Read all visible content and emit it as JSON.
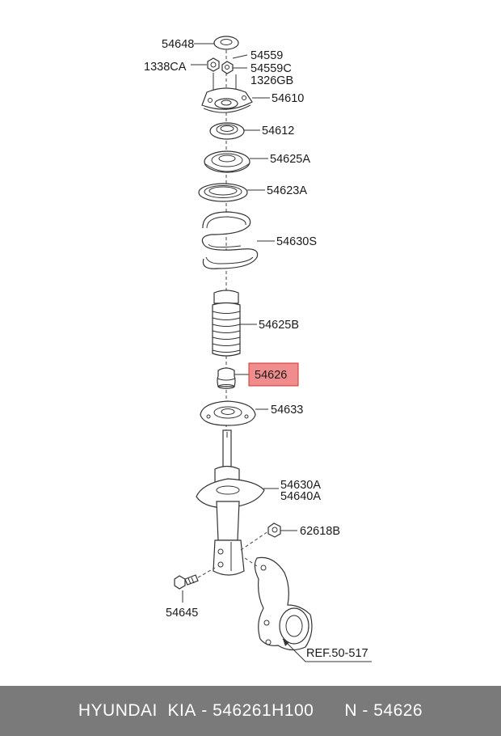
{
  "labels": {
    "p54648": "54648",
    "p54559": "54559",
    "p54559c": "54559C",
    "p1338ca": "1338CA",
    "p1326gb": "1326GB",
    "p54610": "54610",
    "p54612": "54612",
    "p54625a": "54625A",
    "p54623a": "54623A",
    "p54630s": "54630S",
    "p54625b": "54625B",
    "p54626": "54626",
    "p54633": "54633",
    "p54630a": "54630A",
    "p54640a": "54640A",
    "p62618b": "62618B",
    "p54645": "54645",
    "ref": "REF.50-517"
  },
  "highlight_color": "#f08c8c",
  "footer": {
    "brand": "HYUNDAI  KIA",
    "part_number": "546261H100",
    "n_label": "N",
    "n_value": "54626"
  }
}
